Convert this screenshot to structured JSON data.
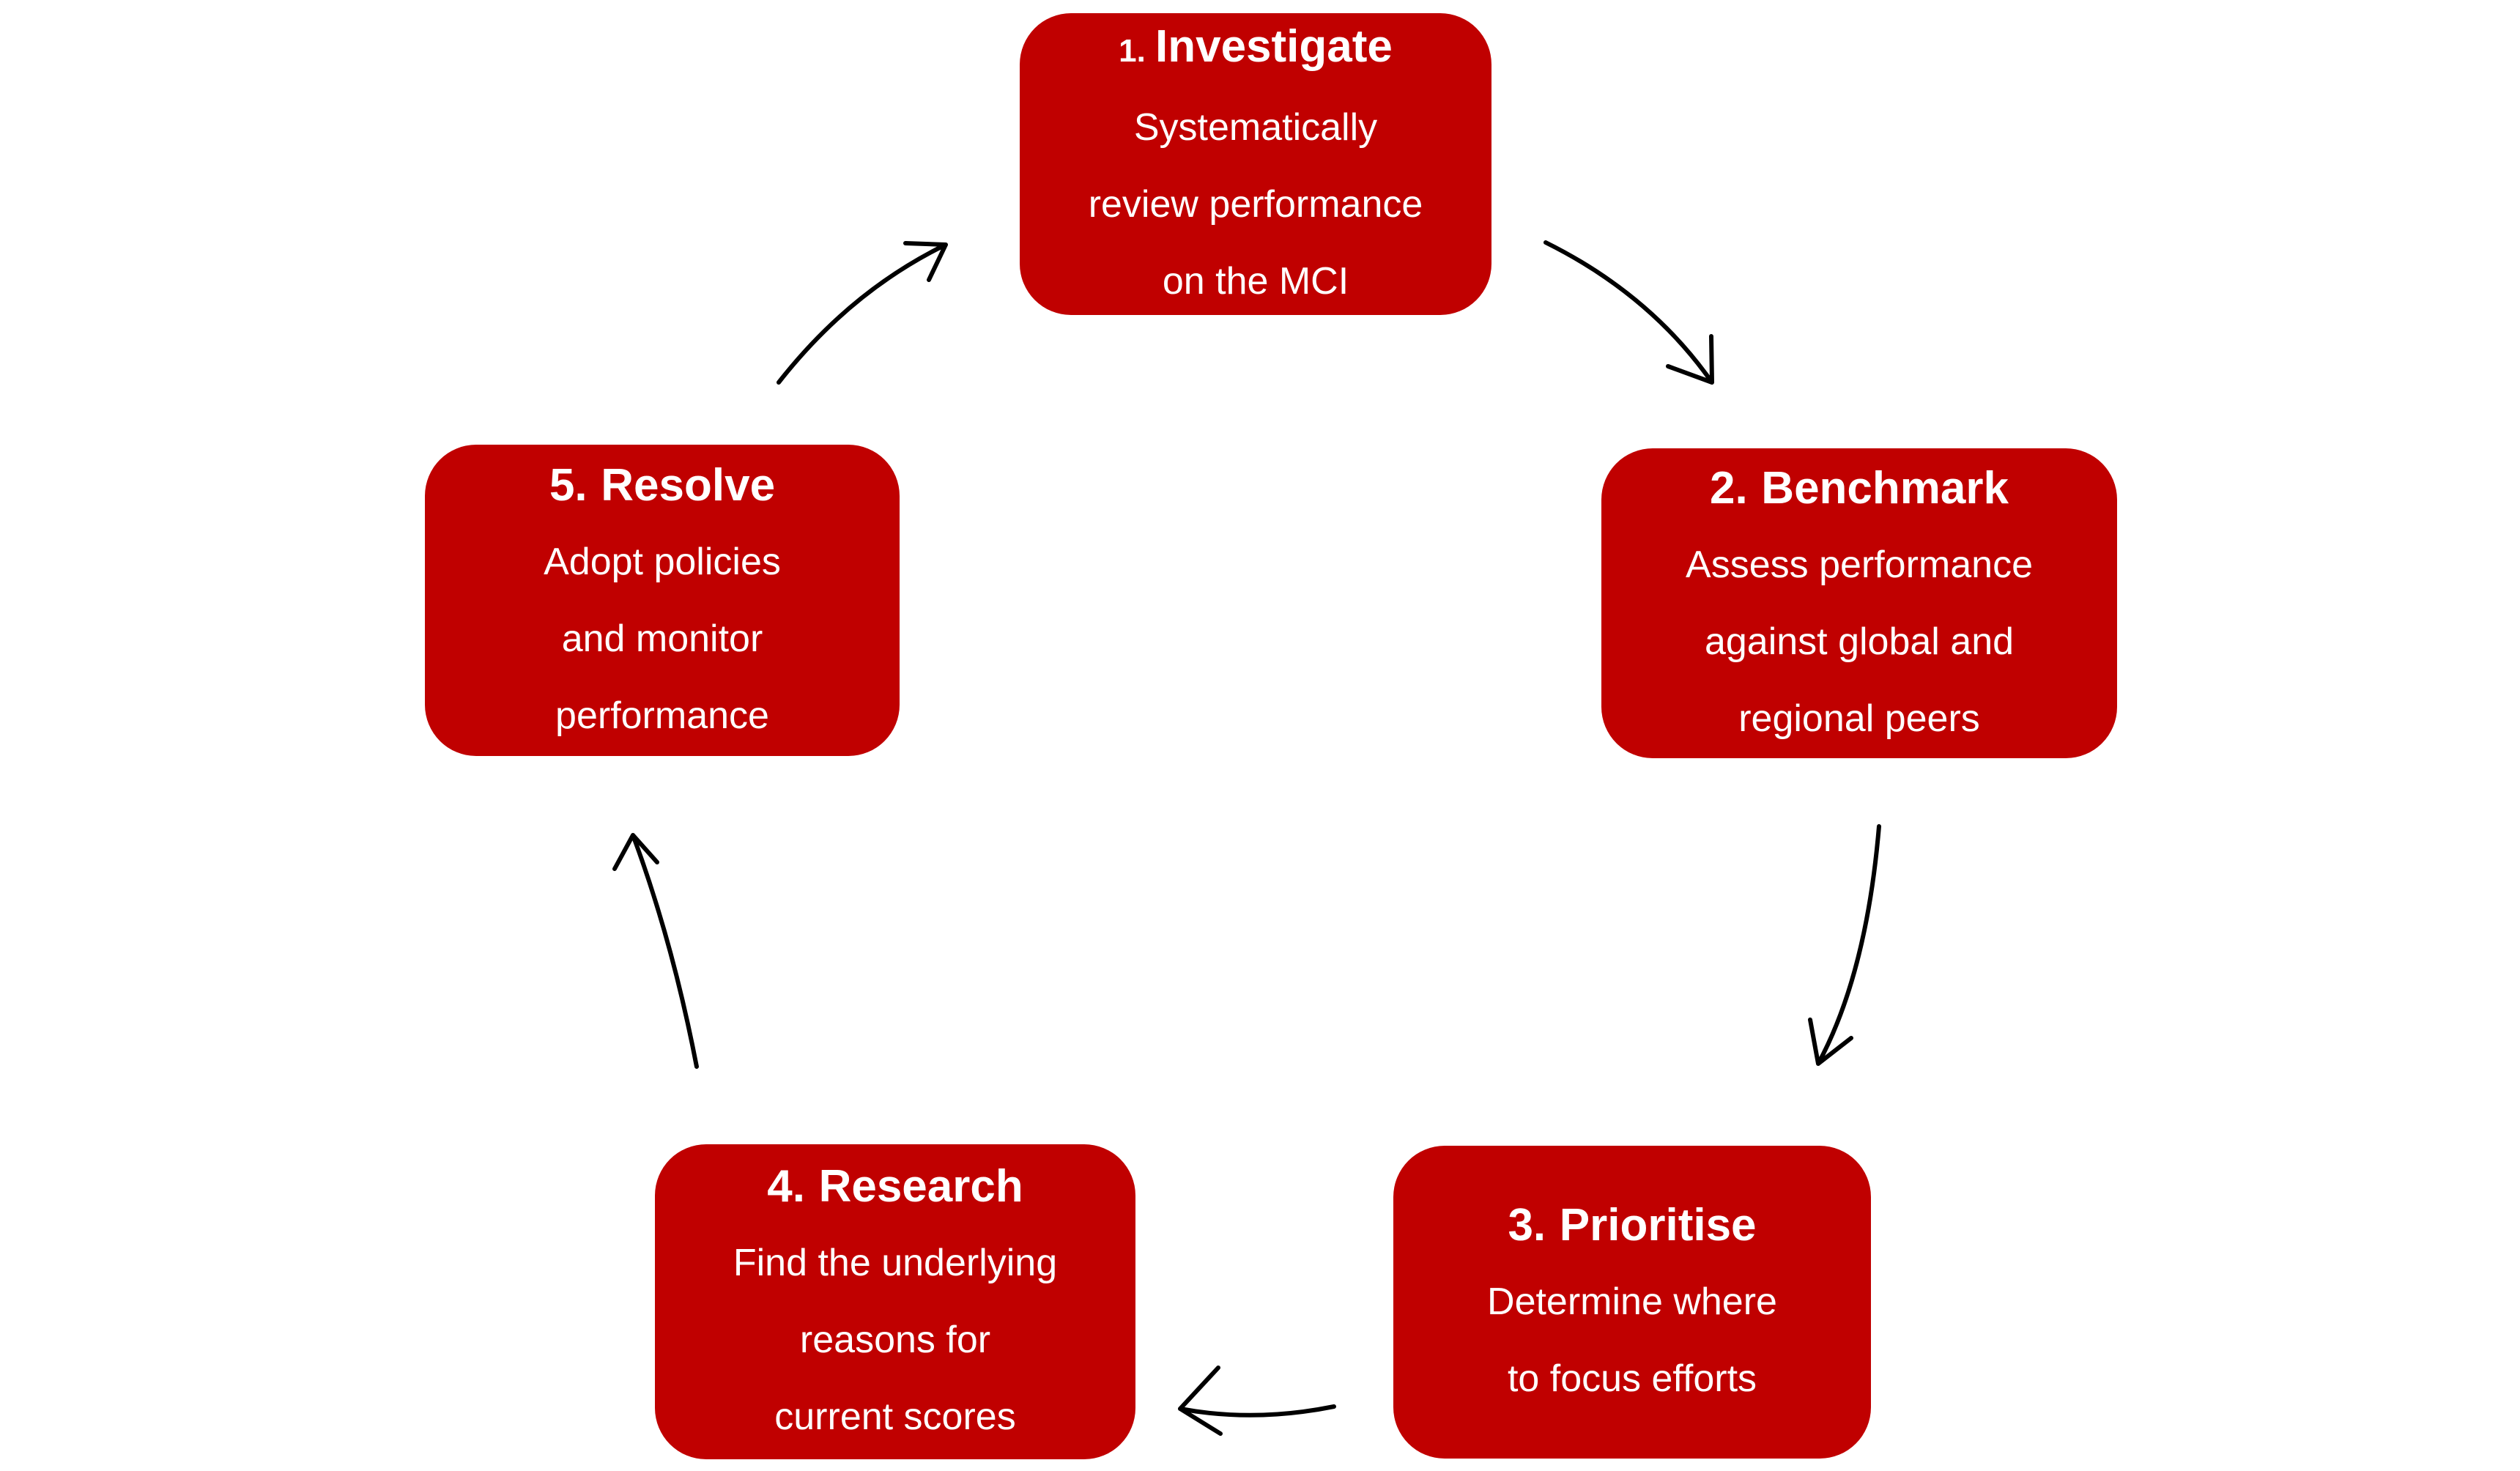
{
  "colors": {
    "page-bg": "#ffffff",
    "box-bg": "#c00000",
    "box-text": "#ffffff",
    "arrow": "#000000"
  },
  "diagram": {
    "type": "cycle",
    "steps": [
      {
        "number": "1.",
        "name": "Investigate",
        "description": "Systematically\nreview performance\non the MCI"
      },
      {
        "number": "2.",
        "name": "Benchmark",
        "description": "Assess performance\nagainst global and\nregional peers"
      },
      {
        "number": "3.",
        "name": "Prioritise",
        "description": "Determine where\nto focus efforts"
      },
      {
        "number": "4.",
        "name": "Research",
        "description": "Find the underlying\nreasons for\ncurrent scores"
      },
      {
        "number": "5.",
        "name": "Resolve",
        "description": "Adopt policies\nand monitor\nperformance"
      }
    ],
    "arrows": [
      {
        "from": "Investigate",
        "to": "Benchmark"
      },
      {
        "from": "Benchmark",
        "to": "Prioritise"
      },
      {
        "from": "Prioritise",
        "to": "Research"
      },
      {
        "from": "Research",
        "to": "Resolve"
      },
      {
        "from": "Resolve",
        "to": "Investigate"
      }
    ]
  }
}
